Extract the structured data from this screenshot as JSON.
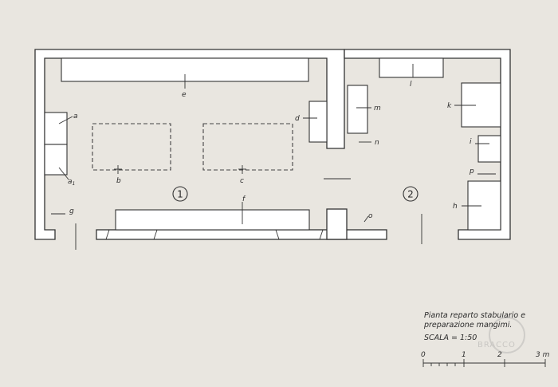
{
  "labels": {
    "a": "a",
    "a1": "a",
    "a1_sub": "1",
    "b": "b",
    "c": "c",
    "d": "d",
    "e": "e",
    "f": "f",
    "g": "g",
    "h": "h",
    "i": "i",
    "k": "k",
    "l": "l",
    "m": "m",
    "n": "n",
    "o": "o",
    "p": "p"
  },
  "rooms": {
    "room1": "1",
    "room2": "2"
  },
  "caption": {
    "line1": "Pianta reparto stabulario e",
    "line2": "preparazione mangimi.",
    "scale": "SCALA = 1:50"
  },
  "scale_bar": {
    "t0": "0",
    "t1": "1",
    "t2": "2",
    "t3": "3 m"
  },
  "watermark": {
    "text": "BRACCO"
  },
  "colors": {
    "paper": "#e9e6e0",
    "ink": "#333333",
    "watermark": "#c9c7c3"
  }
}
